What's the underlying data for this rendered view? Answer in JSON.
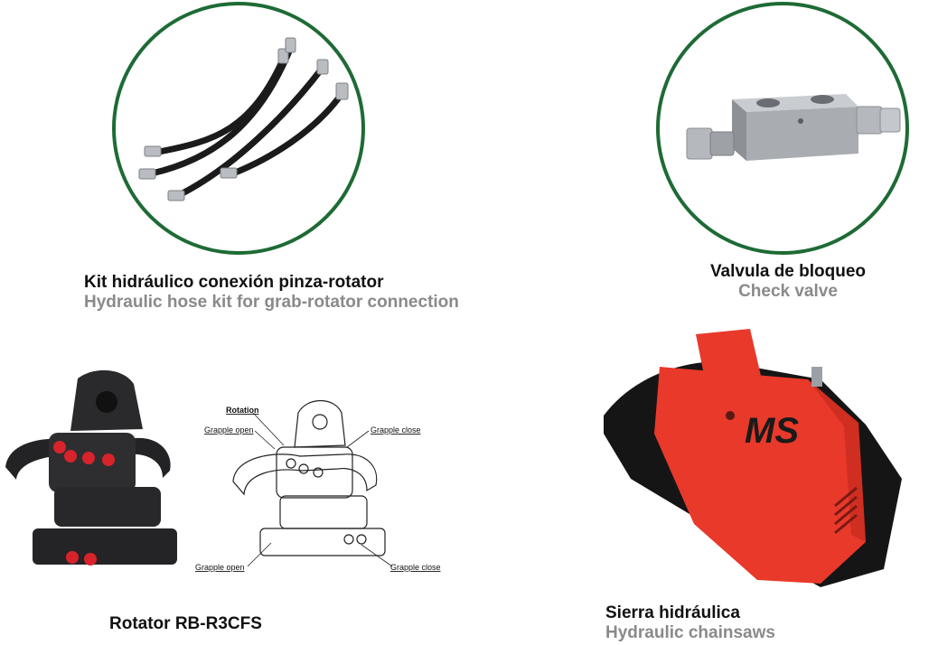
{
  "products": [
    {
      "title": "Kit hidráulico conexión pinza-rotator",
      "subtitle": "Hydraulic hose kit for grab-rotator connection"
    },
    {
      "title": "Valvula de bloqueo",
      "subtitle": "Check valve"
    },
    {
      "title": "Rotator RB-R3CFS",
      "diagram_labels": {
        "rotation": "Rotation",
        "grapple_open_top": "Grapple open",
        "grapple_close_top": "Grapple close",
        "grapple_open_bottom": "Grapple open",
        "grapple_close_bottom": "Grapple close"
      }
    },
    {
      "title": "Sierra hidráulica",
      "subtitle": "Hydraulic chainsaws",
      "logo_text": "MS"
    }
  ],
  "colors": {
    "ring": "#1e6b35",
    "title": "#111111",
    "subtitle": "#8a8a8a",
    "saw_body": "#e8392a",
    "rotator_ports": "#d8232a"
  }
}
